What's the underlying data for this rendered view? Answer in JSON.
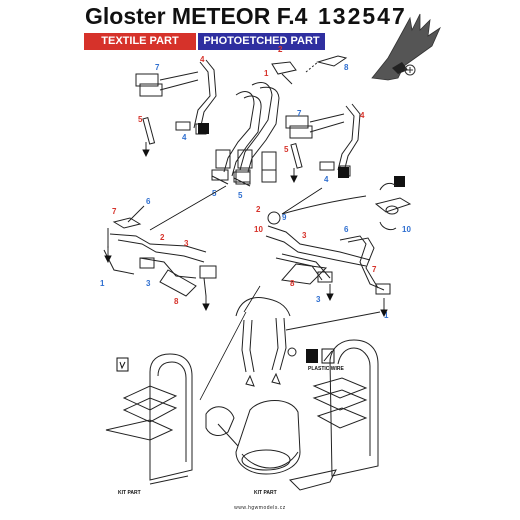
{
  "header": {
    "title_light": "Gloster ",
    "title_bold": "METEOR F.4",
    "code": "132547"
  },
  "legend": {
    "textile": "TEXTILE PART",
    "photoetched": "PHOTOETCHED PART"
  },
  "labels": {
    "plastic_wire": "PLASTIC WIRE",
    "kit_part_left": "KIT PART",
    "kit_part_mid": "KIT PART"
  },
  "footer": "www.hgwmodels.cz",
  "colors": {
    "textile": "#d6322a",
    "photoetched": "#2f2fa0",
    "part_number_blue": "#2f6fd0"
  },
  "part_numbers": {
    "n1": "1",
    "n2": "2",
    "n3": "3",
    "n4": "4",
    "n5": "5",
    "n6": "6",
    "n7": "7",
    "n8": "8",
    "n9": "9",
    "n10": "10"
  }
}
